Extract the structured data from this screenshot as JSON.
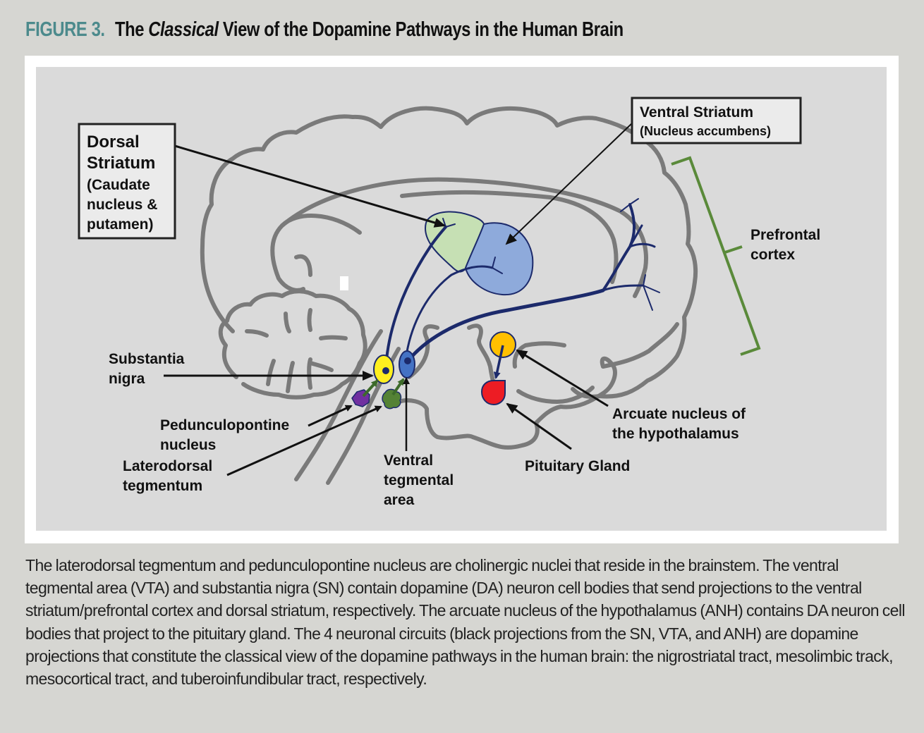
{
  "header": {
    "figure_label": "FIGURE 3.",
    "title_pre": "The",
    "title_italic": "Classical",
    "title_post": "View of the Dopamine Pathways in the Human Brain"
  },
  "diagram": {
    "colors": {
      "outline": "#7a7a7a",
      "neuron": "#1c2a6b",
      "dorsal_striatum_fill": "#c6e0b4",
      "ventral_striatum_fill": "#8eaadb",
      "substantia_nigra": "#ffef1f",
      "vta": "#4472c4",
      "arcuate": "#ffc000",
      "pituitary": "#ed1c24",
      "pedunculopontine": "#7030a0",
      "laterodorsal": "#548235",
      "bracket": "#5a8a3a"
    },
    "labels": {
      "dorsal_striatum": [
        "Dorsal",
        "Striatum",
        "(Caudate",
        "nucleus &",
        "putamen)"
      ],
      "ventral_striatum": [
        "Ventral Striatum",
        "(Nucleus accumbens)"
      ],
      "prefrontal_cortex": [
        "Prefrontal",
        "cortex"
      ],
      "substantia_nigra": [
        "Substantia",
        "nigra"
      ],
      "pedunculopontine": [
        "Pedunculopontine",
        "nucleus"
      ],
      "laterodorsal": [
        "Laterodorsal",
        "tegmentum"
      ],
      "vta": [
        "Ventral",
        "tegmental",
        "area"
      ],
      "pituitary": [
        "Pituitary Gland"
      ],
      "arcuate": [
        "Arcuate nucleus of",
        "the hypothalamus"
      ]
    }
  },
  "caption": "The laterodorsal tegmentum and pedunculopontine nucleus are cholinergic nuclei that reside in the brainstem. The ventral tegmental area (VTA) and substantia nigra (SN) contain dopamine (DA) neuron cell bodies that send projections to the ventral striatum/prefrontal cortex and dorsal striatum, respectively. The arcuate nucleus of the hypothalamus (ANH) contains DA neuron cell bodies that project to the pituitary gland. The 4 neuronal circuits (black projections from the SN, VTA, and ANH) are dopamine projections that constitute the classical view of the dopamine pathways in the human brain: the nigrostriatal tract, mesolimbic track, mesocortical tract, and tuberoinfundibular tract, respectively."
}
